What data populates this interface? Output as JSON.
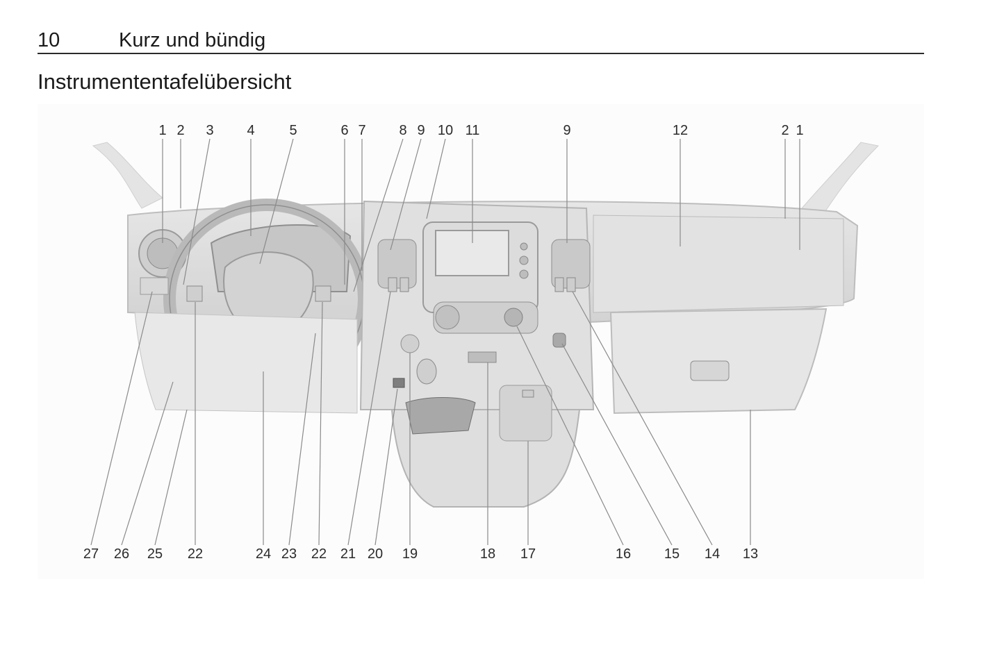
{
  "header": {
    "page_number": "10",
    "chapter_title": "Kurz und bündig"
  },
  "section": {
    "title": "Instrumententafelübersicht"
  },
  "figure": {
    "description": "Instrument panel overview line illustration",
    "callouts_top": [
      "1",
      "2",
      "3",
      "4",
      "5",
      "6",
      "7",
      "8",
      "9",
      "10",
      "11",
      "9",
      "12",
      "2",
      "1"
    ],
    "callouts_bottom": [
      "27",
      "26",
      "25",
      "22",
      "24",
      "23",
      "22",
      "21",
      "20",
      "19",
      "18",
      "17",
      "16",
      "15",
      "14",
      "13"
    ]
  }
}
